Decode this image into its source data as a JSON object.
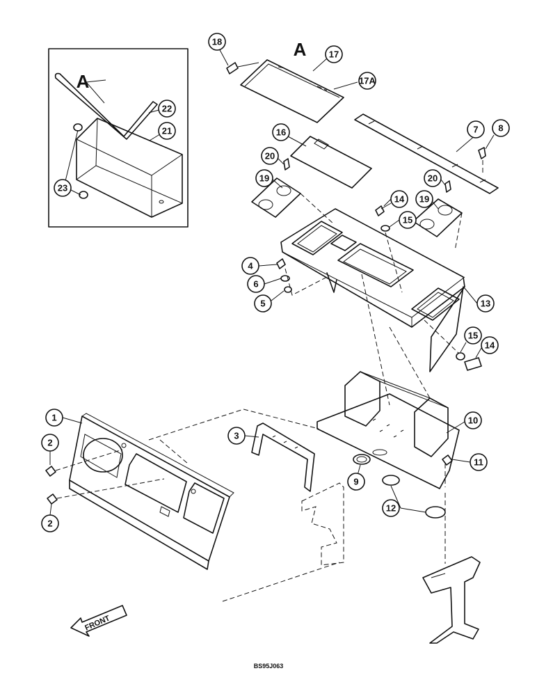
{
  "view_letter": "A",
  "front_label": "FRONT",
  "drawing_code": "BS95J063",
  "callouts": [
    "18",
    "17",
    "17A",
    "16",
    "7",
    "8",
    "20",
    "19",
    "14",
    "15",
    "20",
    "19",
    "4",
    "6",
    "5",
    "13",
    "15",
    "14",
    "22",
    "21",
    "23",
    "1",
    "2",
    "2",
    "3",
    "9",
    "10",
    "11",
    "12"
  ]
}
